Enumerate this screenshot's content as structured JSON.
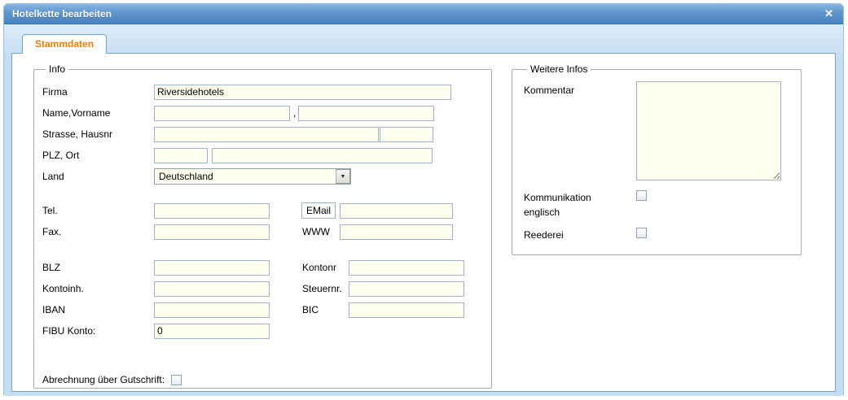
{
  "dialog": {
    "title": "Hotelkette bearbeiten"
  },
  "icons": {
    "close": "✕",
    "dropdown_arrow": "▼"
  },
  "tab": {
    "label": "Stammdaten"
  },
  "colors": {
    "accent_orange": "#ef7c08",
    "titlebar_blue": "#4a85c0",
    "input_background": "#fffff0"
  },
  "info": {
    "legend": "Info",
    "firma_label": "Firma",
    "firma_value": "Riversidehotels",
    "name_label": "Name,Vorname",
    "name_value": "",
    "name_separator": ",",
    "vorname_value": "",
    "strasse_label": "Strasse, Hausnr",
    "strasse_value": "",
    "hausnr_value": "",
    "plz_label": "PLZ, Ort",
    "plz_value": "",
    "ort_value": "",
    "land_label": "Land",
    "land_value": "Deutschland",
    "tel_label": "Tel.",
    "tel_value": "",
    "email_label": "EMail",
    "email_value": "",
    "fax_label": "Fax.",
    "fax_value": "",
    "www_label": "WWW",
    "www_value": "",
    "blz_label": "BLZ",
    "blz_value": "",
    "kontonr_label": "Kontonr",
    "kontonr_value": "",
    "kontoinh_label": "Kontoinh.",
    "kontoinh_value": "",
    "steuernr_label": "Steuernr.",
    "steuernr_value": "",
    "iban_label": "IBAN",
    "iban_value": "",
    "bic_label": "BIC",
    "bic_value": "",
    "fibu_label": "FIBU Konto:",
    "fibu_value": "0",
    "gutschrift_label": "Abrechnung über Gutschrift:",
    "gutschrift_checked": false
  },
  "weitere": {
    "legend": "Weitere Infos",
    "kommentar_label": "Kommentar",
    "kommentar_value": "",
    "kommunikation_label": "Kommunikation englisch",
    "kommunikation_checked": false,
    "reederei_label": "Reederei",
    "reederei_checked": false
  }
}
